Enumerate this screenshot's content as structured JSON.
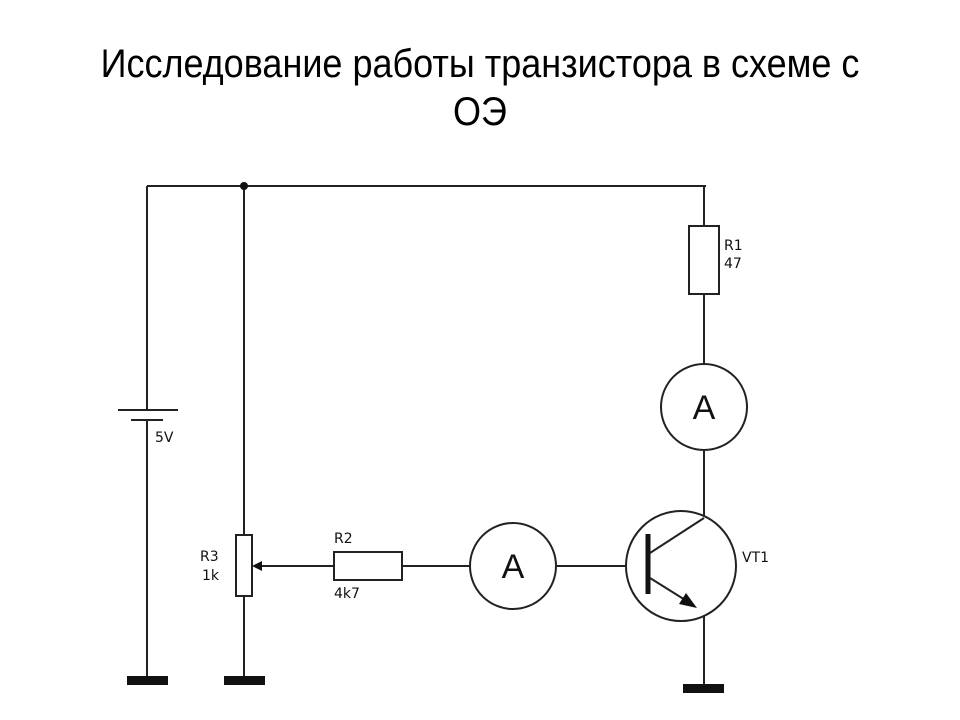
{
  "title": {
    "line1": "Исследование работы транзистора в схеме с",
    "line2": "ОЭ"
  },
  "components": {
    "battery": {
      "value": "5V"
    },
    "r1": {
      "name": "R1",
      "value": "47"
    },
    "r2": {
      "name": "R2",
      "value": "4k7"
    },
    "r3": {
      "name": "R3",
      "value": "1k"
    },
    "ammeter_collector": {
      "symbol": "A"
    },
    "ammeter_base": {
      "symbol": "A"
    },
    "transistor": {
      "name": "VT1"
    }
  }
}
